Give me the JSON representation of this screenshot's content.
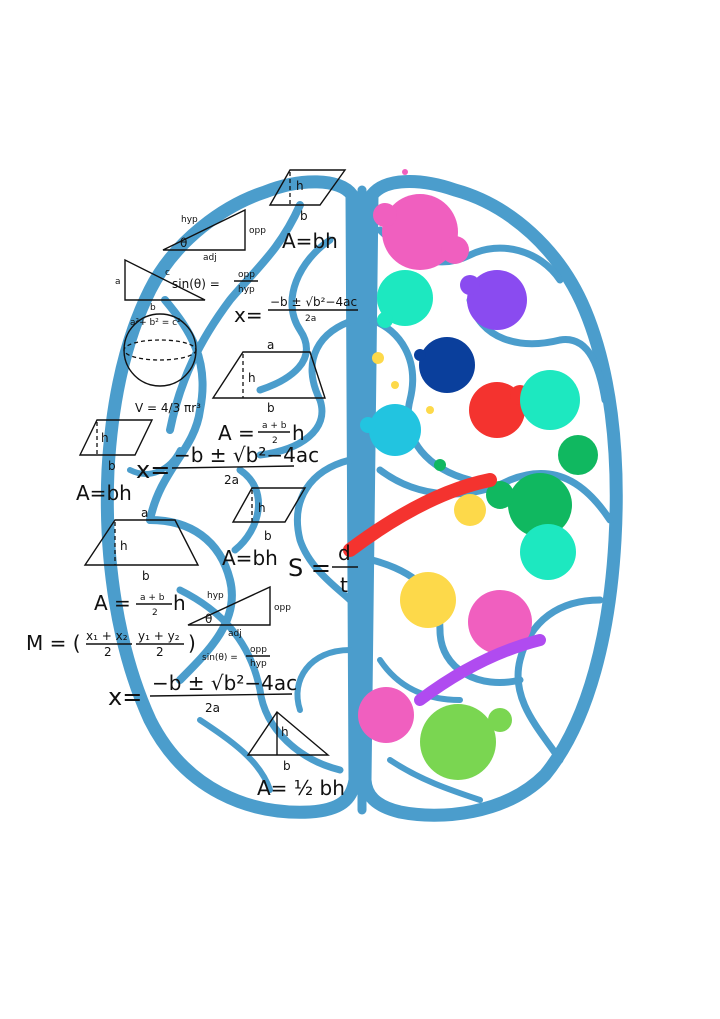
{
  "colors": {
    "brain": "#4b9dcc",
    "ink": "#111111",
    "splats": [
      "#f05fbf",
      "#1de8c0",
      "#8a4bf0",
      "#0a3f9c",
      "#f4332f",
      "#22c4e0",
      "#10b860",
      "#fdd94a",
      "#7ad651",
      "#b04bf0"
    ]
  },
  "formulas": {
    "area_parallelogram_1": "A=bh",
    "sine_1": "sin(θ) =",
    "sine_1_num": "opp",
    "sine_1_den": "hyp",
    "quadratic_1_lhs": "x=",
    "quadratic_1_num": "−b ± √b²−4ac",
    "quadratic_1_den": "2a",
    "pythagoras": "a²+ b² = c²",
    "sphere_volume": "V = 4/3 πr³",
    "trapezoid_area_1_lhs": "A =",
    "trapezoid_area_1_num": "a + b",
    "trapezoid_area_1_den": "2",
    "trapezoid_area_1_h": "h",
    "area_parallelogram_2": "A=bh",
    "quadratic_2_lhs": "x=",
    "quadratic_2_num": "−b ± √b²−4ac",
    "quadratic_2_den": "2a",
    "area_parallelogram_3": "A=bh",
    "speed_lhs": "S =",
    "speed_num": "d",
    "speed_den": "t",
    "trapezoid_area_2_lhs": "A =",
    "trapezoid_area_2_num": "a + b",
    "trapezoid_area_2_den": "2",
    "trapezoid_area_2_h": "h",
    "midpoint_lhs": "M = (",
    "midpoint_x_num": "x₁ + x₂",
    "midpoint_x_den": "2",
    "midpoint_y_num": "y₁ + y₂",
    "midpoint_y_den": "2",
    "midpoint_rhs": ")",
    "sine_2": "sin(θ) =",
    "sine_2_num": "opp",
    "sine_2_den": "hyp",
    "quadratic_3_lhs": "x=",
    "quadratic_3_num": "−b ± √b²−4ac",
    "quadratic_3_den": "2a",
    "triangle_area": "A= ½ bh"
  },
  "labels": {
    "hyp": "hyp",
    "opp": "opp",
    "adj": "adj",
    "theta": "θ",
    "a": "a",
    "b": "b",
    "c": "c",
    "h": "h",
    "r": "r"
  }
}
